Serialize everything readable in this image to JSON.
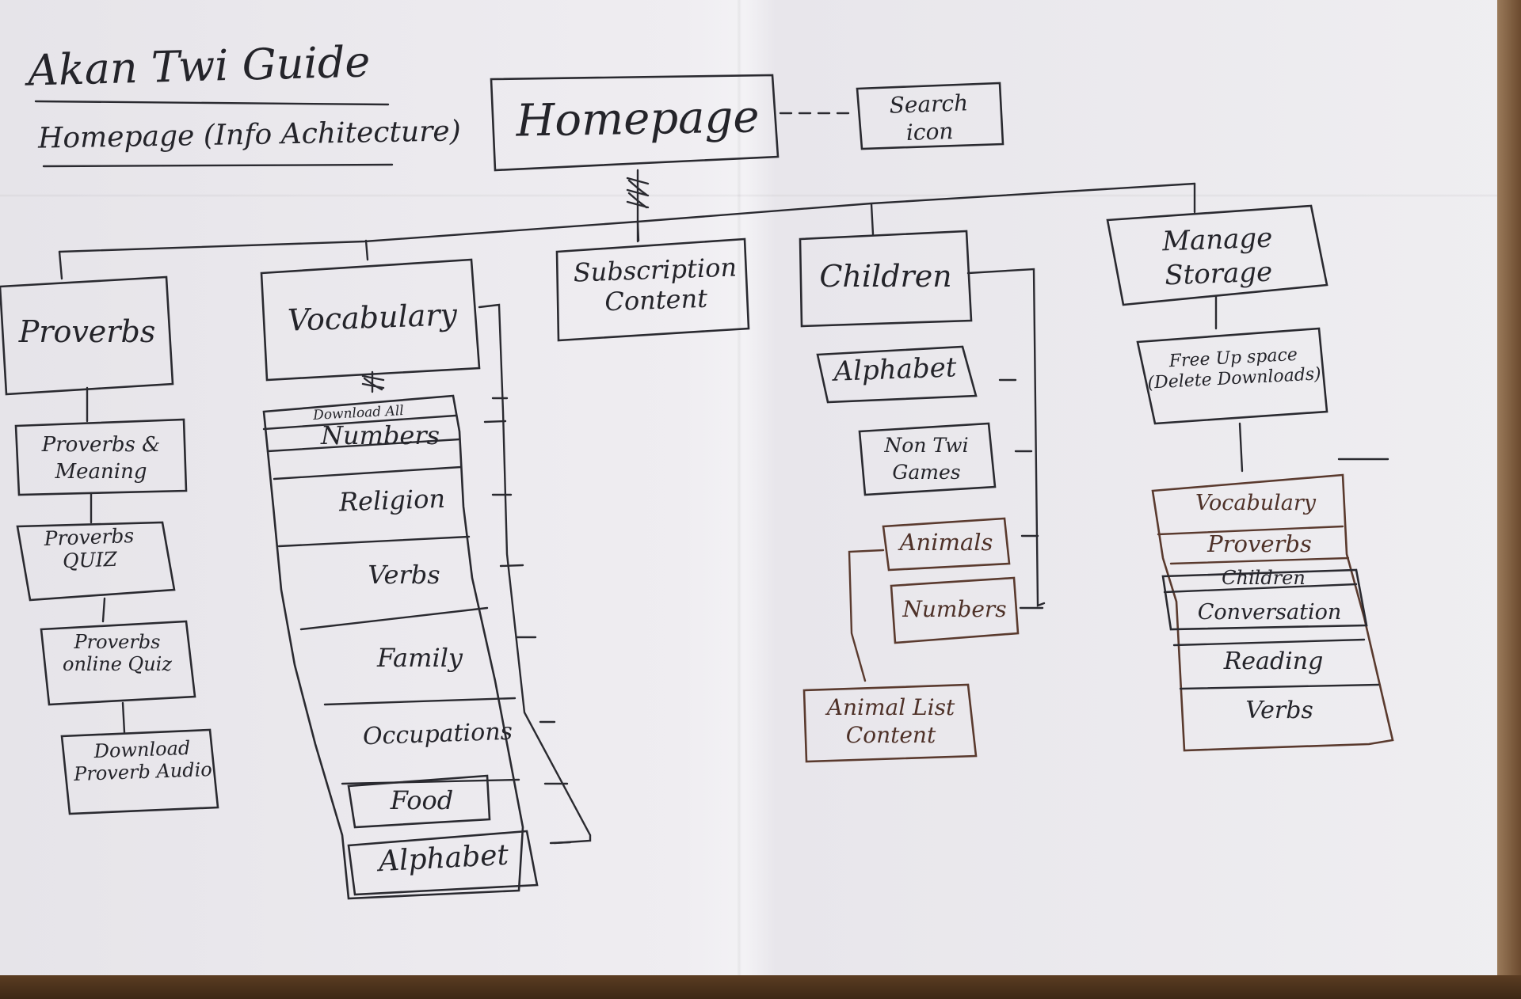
{
  "header": {
    "title": "Akan Twi Guide",
    "subtitle": "Homepage (Info Achitecture)"
  },
  "root": {
    "homepage": "Homepage",
    "search": "Search icon"
  },
  "branches": {
    "proverbs": {
      "label": "Proverbs",
      "children": [
        "Proverbs & Meaning",
        "Proverbs QUIZ",
        "Proverbs online Quiz",
        "Download Proverb Audio"
      ]
    },
    "vocabulary": {
      "label": "Vocabulary",
      "download_all": "Download All",
      "items": [
        "Numbers",
        "Religion",
        "Verbs",
        "Family",
        "Occupations",
        "Food",
        "Alphabet"
      ]
    },
    "subscription": {
      "label": "Subscription Content"
    },
    "children": {
      "label": "Children",
      "items": [
        "Alphabet",
        "Non Twi Games",
        "Animals",
        "Numbers"
      ],
      "animal_list": "Animal List Content"
    },
    "storage": {
      "label": "Manage Storage",
      "free_up": "Free Up space (Delete Downloads)",
      "items": [
        "Vocabulary",
        "Proverbs",
        "Children",
        "Conversation",
        "Reading",
        "Verbs"
      ]
    }
  },
  "colors": {
    "paper": "#efedf1",
    "ink": "#2a2a30",
    "brown_ink": "#5a3a2e",
    "desk": "#6b4a2e"
  }
}
